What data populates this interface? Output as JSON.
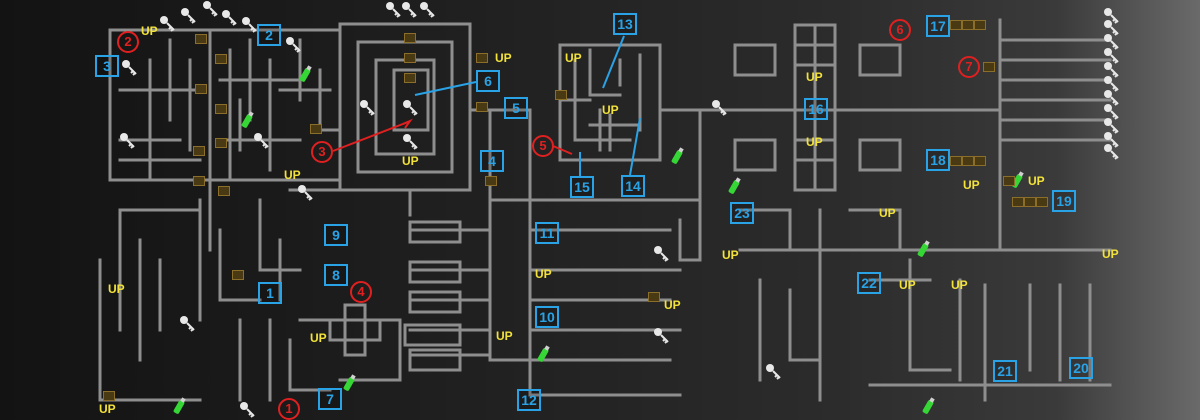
{
  "legend_box_numbers": [
    "1",
    "2",
    "3",
    "4",
    "5",
    "6",
    "7",
    "8",
    "9",
    "10",
    "11",
    "12",
    "13",
    "14",
    "15",
    "16",
    "17",
    "18",
    "19",
    "20",
    "21",
    "22",
    "23"
  ],
  "legend_circle_numbers": [
    "1",
    "2",
    "3",
    "4",
    "5",
    "6",
    "7"
  ],
  "up_label": "UP",
  "colors": {
    "wall": "#8e8e8e",
    "box": "#2aa2e6",
    "circle": "#e02020",
    "up": "#f2e23a",
    "potion": "#35d635",
    "chest": "#8a6e2a"
  },
  "icons": {
    "key": "key-icon",
    "potion": "potion-icon",
    "chest": "chest-icon"
  }
}
